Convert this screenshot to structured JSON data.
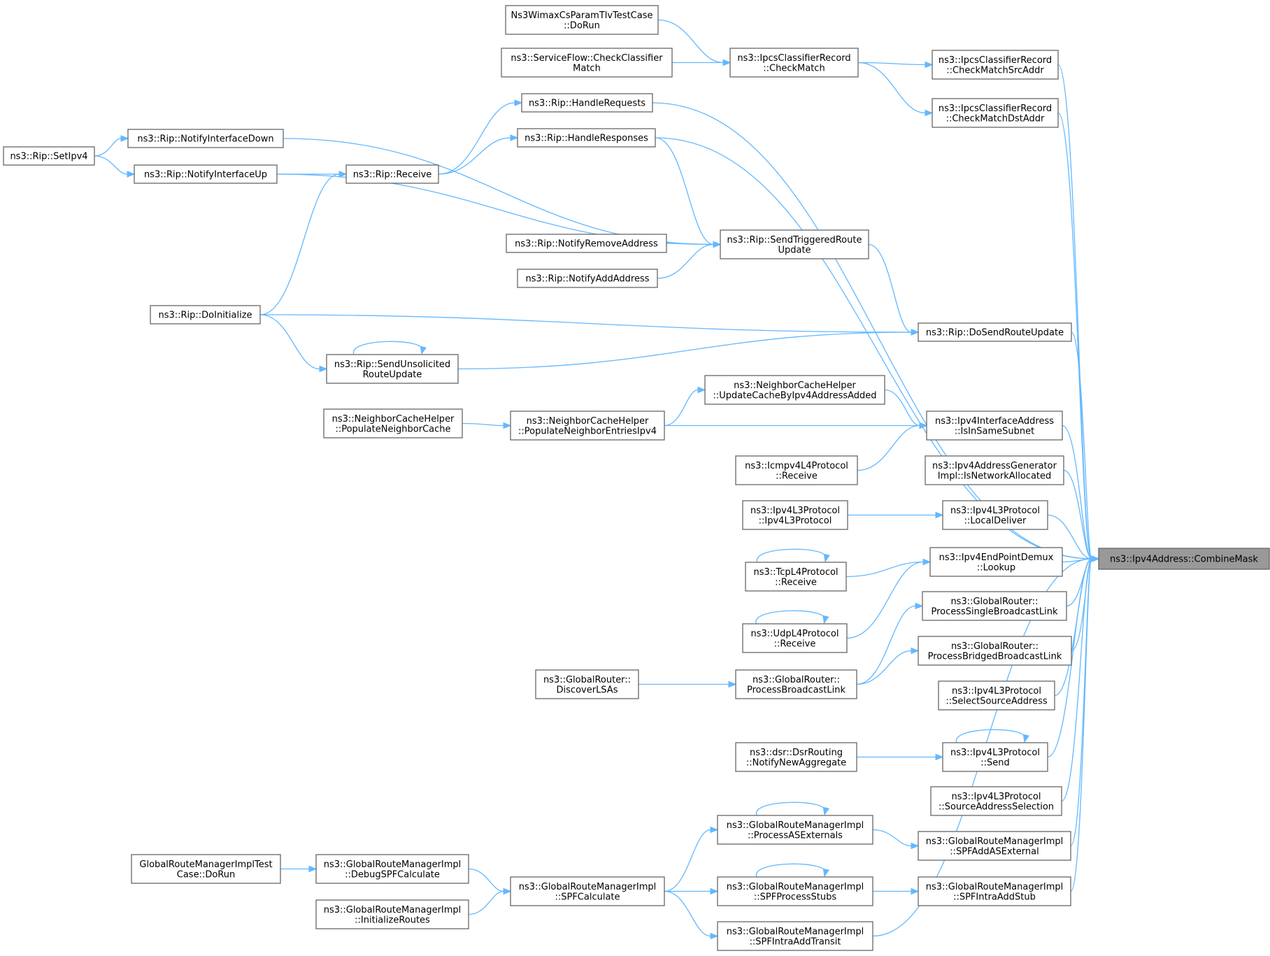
{
  "graph": {
    "title": "",
    "root": "combinemask",
    "nodes": [
      {
        "id": "combinemask",
        "lines": [
          "ns3::Ipv4Address::CombineMask"
        ]
      },
      {
        "id": "wimax_dorun",
        "lines": [
          "Ns3WimaxCsParamTlvTestCase",
          "::DoRun"
        ]
      },
      {
        "id": "sf_check",
        "lines": [
          "ns3::ServiceFlow::CheckClassifier",
          "Match"
        ]
      },
      {
        "id": "ipcs_checkmatch",
        "lines": [
          "ns3::IpcsClassifierRecord",
          "::CheckMatch"
        ]
      },
      {
        "id": "ipcs_src",
        "lines": [
          "ns3::IpcsClassifierRecord",
          "::CheckMatchSrcAddr"
        ]
      },
      {
        "id": "ipcs_dst",
        "lines": [
          "ns3::IpcsClassifierRecord",
          "::CheckMatchDstAddr"
        ]
      },
      {
        "id": "rip_setipv4",
        "lines": [
          "ns3::Rip::SetIpv4"
        ]
      },
      {
        "id": "rip_ifdown",
        "lines": [
          "ns3::Rip::NotifyInterfaceDown"
        ]
      },
      {
        "id": "rip_ifup",
        "lines": [
          "ns3::Rip::NotifyInterfaceUp"
        ]
      },
      {
        "id": "rip_receive",
        "lines": [
          "ns3::Rip::Receive"
        ]
      },
      {
        "id": "rip_handlereq",
        "lines": [
          "ns3::Rip::HandleRequests"
        ]
      },
      {
        "id": "rip_handleresp",
        "lines": [
          "ns3::Rip::HandleResponses"
        ]
      },
      {
        "id": "rip_notifyremove",
        "lines": [
          "ns3::Rip::NotifyRemoveAddress"
        ]
      },
      {
        "id": "rip_notifyadd",
        "lines": [
          "ns3::Rip::NotifyAddAddress"
        ]
      },
      {
        "id": "rip_triggered",
        "lines": [
          "ns3::Rip::SendTriggeredRoute",
          "Update"
        ]
      },
      {
        "id": "rip_doinit",
        "lines": [
          "ns3::Rip::DoInitialize"
        ]
      },
      {
        "id": "rip_unsolicited",
        "lines": [
          "ns3::Rip::SendUnsolicited",
          "RouteUpdate"
        ]
      },
      {
        "id": "rip_dosend",
        "lines": [
          "ns3::Rip::DoSendRouteUpdate"
        ]
      },
      {
        "id": "nch_populate",
        "lines": [
          "ns3::NeighborCacheHelper",
          "::PopulateNeighborCache"
        ]
      },
      {
        "id": "nch_entries",
        "lines": [
          "ns3::NeighborCacheHelper",
          "::PopulateNeighborEntriesIpv4"
        ]
      },
      {
        "id": "nch_update",
        "lines": [
          "ns3::NeighborCacheHelper",
          "::UpdateCacheByIpv4AddressAdded"
        ]
      },
      {
        "id": "ifaddr_samesubnet",
        "lines": [
          "ns3::Ipv4InterfaceAddress",
          "::IsInSameSubnet"
        ]
      },
      {
        "id": "icmp_receive",
        "lines": [
          "ns3::Icmpv4L4Protocol",
          "::Receive"
        ]
      },
      {
        "id": "addrgen_alloc",
        "lines": [
          "ns3::Ipv4AddressGenerator",
          "Impl::IsNetworkAllocated"
        ]
      },
      {
        "id": "l3_ctor",
        "lines": [
          "ns3::Ipv4L3Protocol",
          "::Ipv4L3Protocol"
        ]
      },
      {
        "id": "l3_localdeliver",
        "lines": [
          "ns3::Ipv4L3Protocol",
          "::LocalDeliver"
        ]
      },
      {
        "id": "tcp_receive",
        "lines": [
          "ns3::TcpL4Protocol",
          "::Receive"
        ]
      },
      {
        "id": "udp_receive",
        "lines": [
          "ns3::UdpL4Protocol",
          "::Receive"
        ]
      },
      {
        "id": "demux_lookup",
        "lines": [
          "ns3::Ipv4EndPointDemux",
          "::Lookup"
        ]
      },
      {
        "id": "gr_single",
        "lines": [
          "ns3::GlobalRouter::",
          "ProcessSingleBroadcastLink"
        ]
      },
      {
        "id": "gr_bridged",
        "lines": [
          "ns3::GlobalRouter::",
          "ProcessBridgedBroadcastLink"
        ]
      },
      {
        "id": "gr_discover",
        "lines": [
          "ns3::GlobalRouter::",
          "DiscoverLSAs"
        ]
      },
      {
        "id": "gr_broadcast",
        "lines": [
          "ns3::GlobalRouter::",
          "ProcessBroadcastLink"
        ]
      },
      {
        "id": "l3_selectsrc",
        "lines": [
          "ns3::Ipv4L3Protocol",
          "::SelectSourceAddress"
        ]
      },
      {
        "id": "dsr_notify",
        "lines": [
          "ns3::dsr::DsrRouting",
          "::NotifyNewAggregate"
        ]
      },
      {
        "id": "l3_send",
        "lines": [
          "ns3::Ipv4L3Protocol",
          "::Send"
        ]
      },
      {
        "id": "l3_srcsel",
        "lines": [
          "ns3::Ipv4L3Protocol",
          "::SourceAddressSelection"
        ]
      },
      {
        "id": "grm_asext",
        "lines": [
          "ns3::GlobalRouteManagerImpl",
          "::ProcessASExternals"
        ]
      },
      {
        "id": "grm_spfaddasext",
        "lines": [
          "ns3::GlobalRouteManagerImpl",
          "::SPFAddASExternal"
        ]
      },
      {
        "id": "grm_test",
        "lines": [
          "GlobalRouteManagerImplTest",
          "Case::DoRun"
        ]
      },
      {
        "id": "grm_debugspf",
        "lines": [
          "ns3::GlobalRouteManagerImpl",
          "::DebugSPFCalculate"
        ]
      },
      {
        "id": "grm_spfcalc",
        "lines": [
          "ns3::GlobalRouteManagerImpl",
          "::SPFCalculate"
        ]
      },
      {
        "id": "grm_stubs",
        "lines": [
          "ns3::GlobalRouteManagerImpl",
          "::SPFProcessStubs"
        ]
      },
      {
        "id": "grm_intrastub",
        "lines": [
          "ns3::GlobalRouteManagerImpl",
          "::SPFIntraAddStub"
        ]
      },
      {
        "id": "grm_initroutes",
        "lines": [
          "ns3::GlobalRouteManagerImpl",
          "::InitializeRoutes"
        ]
      },
      {
        "id": "grm_transit",
        "lines": [
          "ns3::GlobalRouteManagerImpl",
          "::SPFIntraAddTransit"
        ]
      }
    ],
    "edges": [
      [
        "wimax_dorun",
        "ipcs_checkmatch"
      ],
      [
        "sf_check",
        "ipcs_checkmatch"
      ],
      [
        "ipcs_checkmatch",
        "ipcs_src"
      ],
      [
        "ipcs_checkmatch",
        "ipcs_dst"
      ],
      [
        "ipcs_src",
        "combinemask"
      ],
      [
        "ipcs_dst",
        "combinemask"
      ],
      [
        "rip_setipv4",
        "rip_ifdown"
      ],
      [
        "rip_setipv4",
        "rip_ifup"
      ],
      [
        "rip_ifup",
        "rip_receive"
      ],
      [
        "rip_doinit",
        "rip_receive"
      ],
      [
        "rip_receive",
        "rip_handlereq"
      ],
      [
        "rip_receive",
        "rip_handleresp"
      ],
      [
        "rip_handlereq",
        "combinemask"
      ],
      [
        "rip_handleresp",
        "combinemask"
      ],
      [
        "rip_handleresp",
        "rip_triggered"
      ],
      [
        "rip_ifdown",
        "rip_triggered"
      ],
      [
        "rip_ifup",
        "rip_triggered"
      ],
      [
        "rip_notifyremove",
        "rip_triggered"
      ],
      [
        "rip_notifyadd",
        "rip_triggered"
      ],
      [
        "rip_triggered",
        "rip_dosend"
      ],
      [
        "rip_doinit",
        "rip_dosend"
      ],
      [
        "rip_unsolicited",
        "rip_dosend"
      ],
      [
        "rip_doinit",
        "rip_unsolicited"
      ],
      [
        "rip_unsolicited",
        "rip_unsolicited"
      ],
      [
        "rip_dosend",
        "combinemask"
      ],
      [
        "nch_populate",
        "nch_entries"
      ],
      [
        "nch_entries",
        "nch_update"
      ],
      [
        "nch_update",
        "ifaddr_samesubnet"
      ],
      [
        "nch_entries",
        "ifaddr_samesubnet"
      ],
      [
        "icmp_receive",
        "ifaddr_samesubnet"
      ],
      [
        "ifaddr_samesubnet",
        "combinemask"
      ],
      [
        "addrgen_alloc",
        "combinemask"
      ],
      [
        "l3_ctor",
        "l3_localdeliver"
      ],
      [
        "l3_localdeliver",
        "combinemask"
      ],
      [
        "tcp_receive",
        "demux_lookup"
      ],
      [
        "tcp_receive",
        "tcp_receive"
      ],
      [
        "udp_receive",
        "demux_lookup"
      ],
      [
        "udp_receive",
        "udp_receive"
      ],
      [
        "demux_lookup",
        "combinemask"
      ],
      [
        "gr_single",
        "combinemask"
      ],
      [
        "gr_bridged",
        "combinemask"
      ],
      [
        "gr_discover",
        "gr_broadcast"
      ],
      [
        "gr_broadcast",
        "gr_single"
      ],
      [
        "gr_broadcast",
        "gr_bridged"
      ],
      [
        "l3_selectsrc",
        "combinemask"
      ],
      [
        "dsr_notify",
        "l3_send"
      ],
      [
        "l3_send",
        "l3_send"
      ],
      [
        "l3_send",
        "combinemask"
      ],
      [
        "l3_srcsel",
        "combinemask"
      ],
      [
        "grm_asext",
        "grm_asext"
      ],
      [
        "grm_asext",
        "grm_spfaddasext"
      ],
      [
        "grm_spfaddasext",
        "combinemask"
      ],
      [
        "grm_test",
        "grm_debugspf"
      ],
      [
        "grm_debugspf",
        "grm_spfcalc"
      ],
      [
        "grm_initroutes",
        "grm_spfcalc"
      ],
      [
        "grm_spfcalc",
        "grm_asext"
      ],
      [
        "grm_spfcalc",
        "grm_stubs"
      ],
      [
        "grm_spfcalc",
        "grm_transit"
      ],
      [
        "grm_stubs",
        "grm_stubs"
      ],
      [
        "grm_stubs",
        "grm_intrastub"
      ],
      [
        "grm_intrastub",
        "combinemask"
      ],
      [
        "grm_transit",
        "combinemask"
      ]
    ]
  }
}
